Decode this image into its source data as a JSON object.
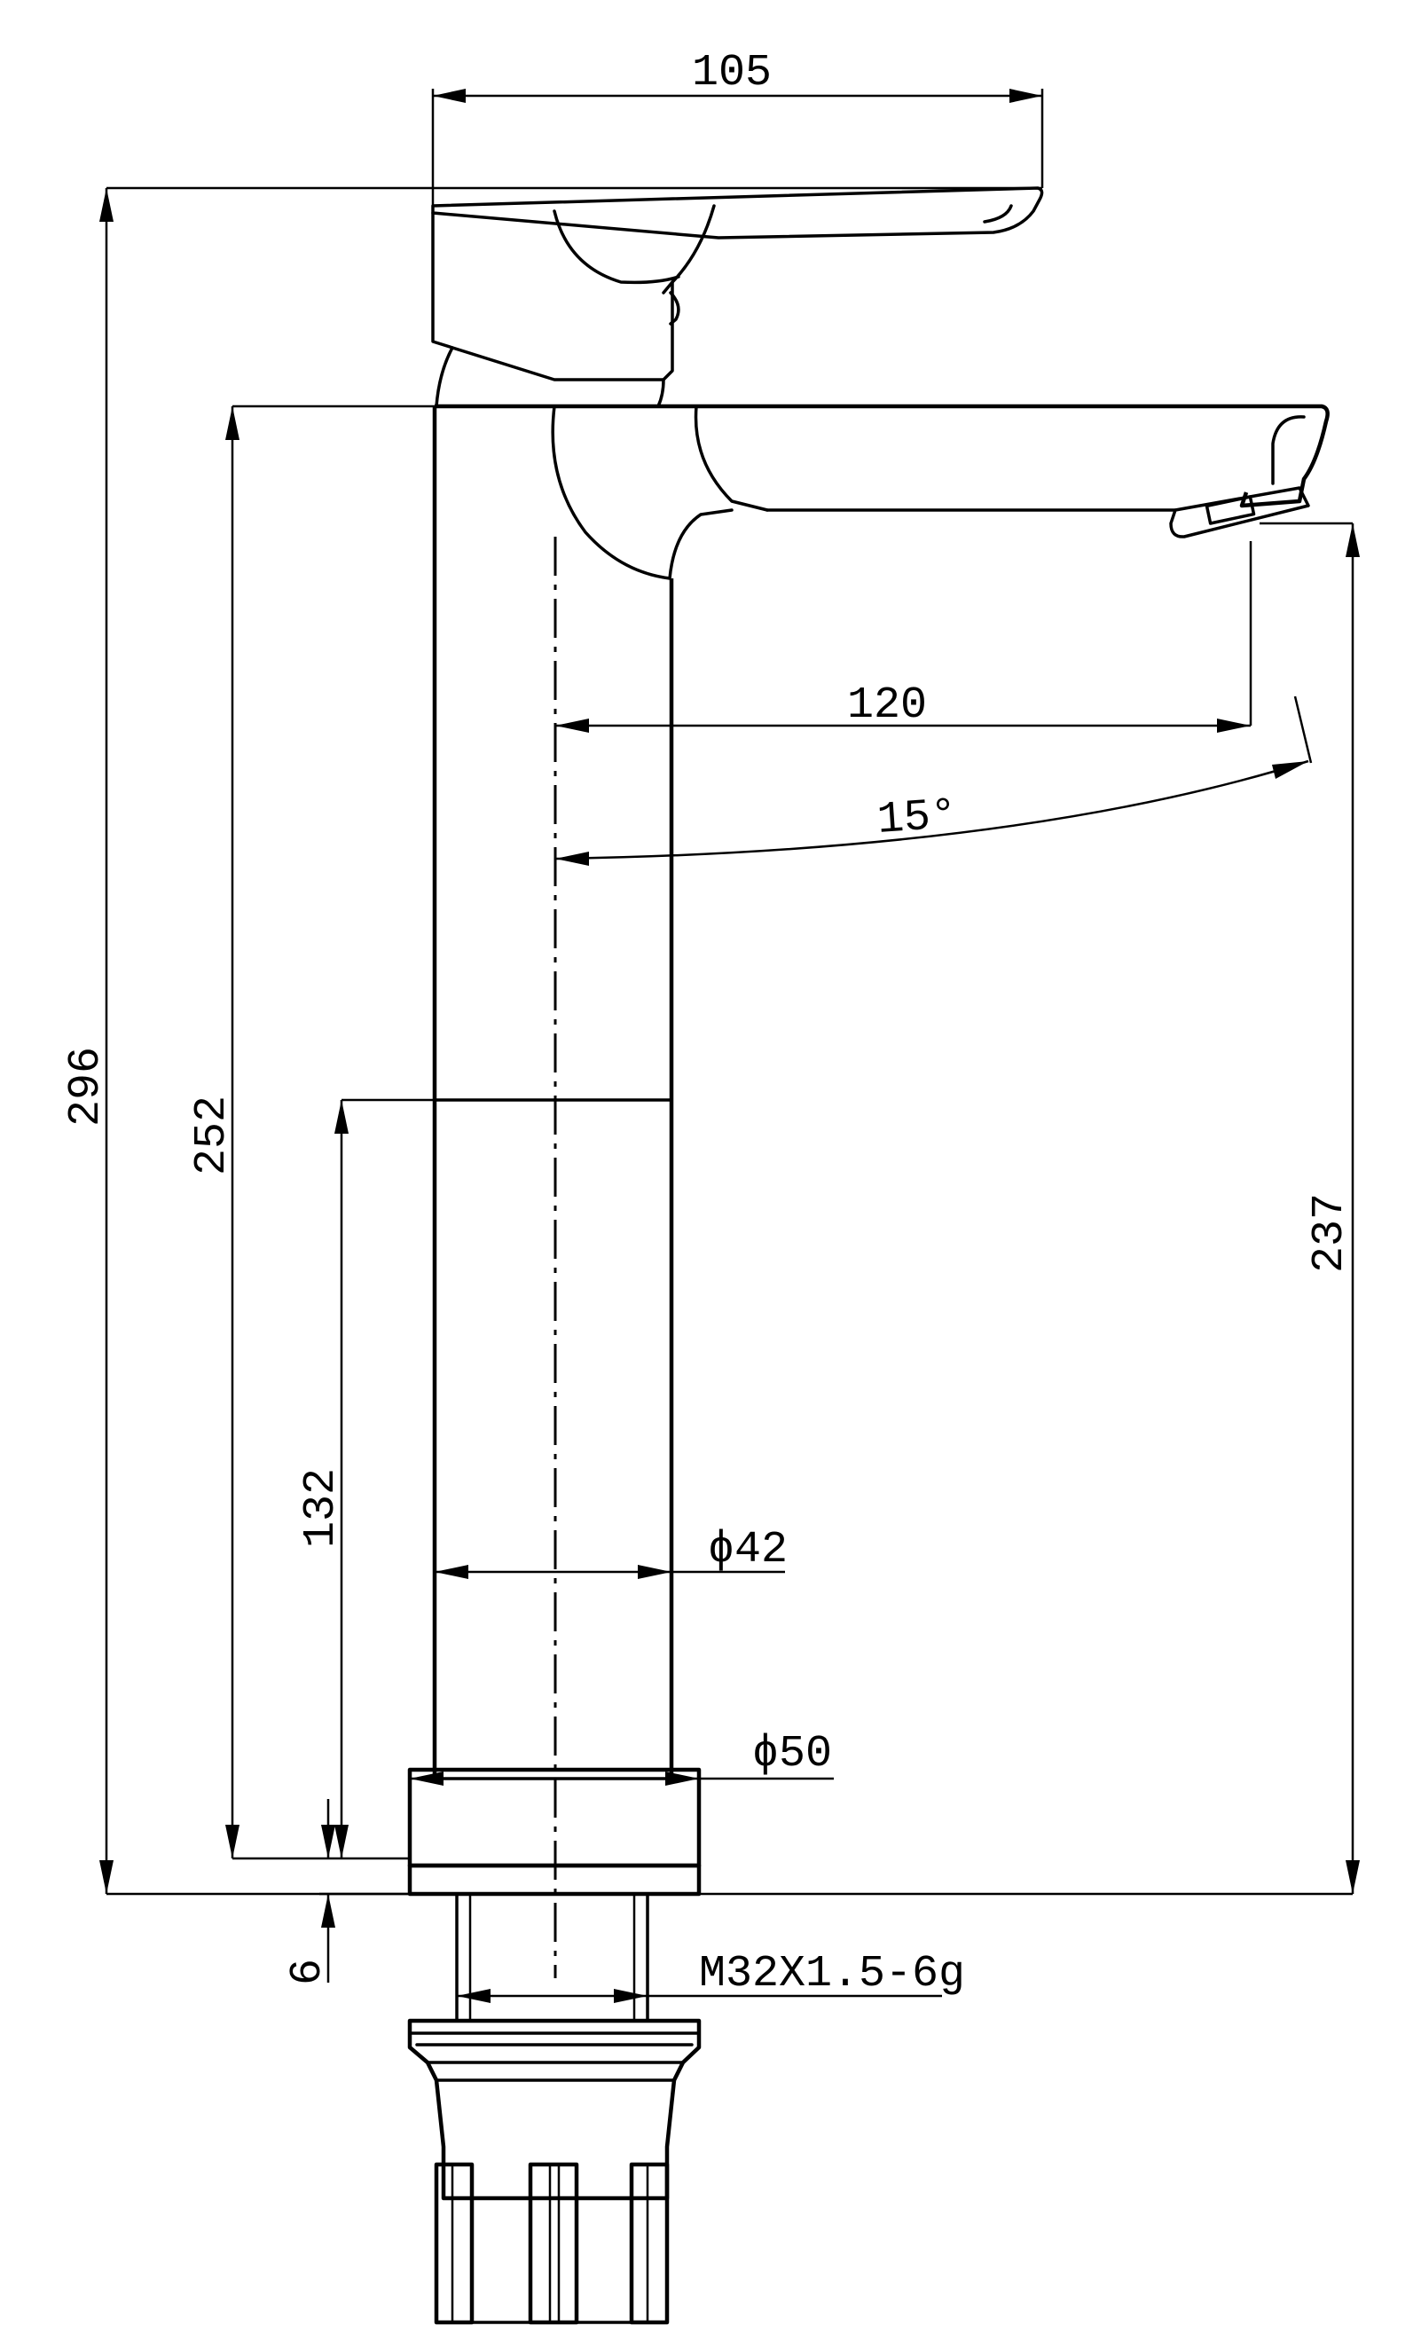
{
  "dimensions": {
    "handle_width": "105",
    "overall_height": "296",
    "body_height": "252",
    "spout_reach": "120",
    "spout_angle": "15°",
    "lower_height": "132",
    "spout_outlet_height": "237",
    "body_diameter": "ϕ42",
    "base_diameter": "ϕ50",
    "base_thickness": "6",
    "thread_spec": "M32X1.5-6g"
  }
}
